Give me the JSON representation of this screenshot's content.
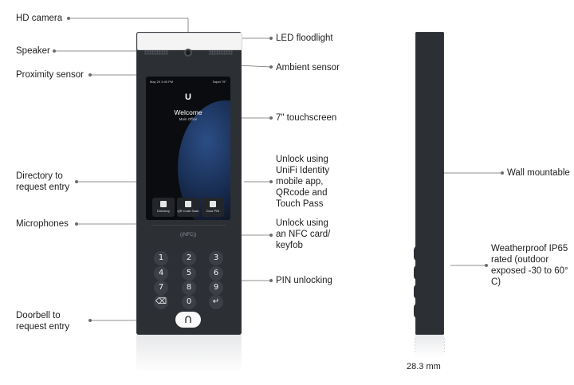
{
  "labels": {
    "hd_camera": "HD camera",
    "speaker": "Speaker",
    "proximity_sensor": "Proximity sensor",
    "directory": "Directory to request entry",
    "microphones": "Microphones",
    "doorbell": "Doorbell to request entry",
    "led_floodlight": "LED floodlight",
    "ambient_sensor": "Ambient sensor",
    "touchscreen": "7\" touchscreen",
    "unlock_app": "Unlock using UniFi Identity mobile app, QRcode and Touch Pass",
    "unlock_nfc": "Unlock using an NFC card/ keyfob",
    "pin_unlocking": "PIN unlocking",
    "wall_mountable": "Wall mountable",
    "weatherproof": "Weatherproof IP65 rated (outdoor exposed -30 to 60° C)",
    "thickness": "28.3 mm"
  },
  "screen": {
    "status_left": "May 20 3:40 PM",
    "status_right": "Taipei 79°",
    "logo": "U",
    "welcome": "Welcome",
    "office": "Main Office",
    "buttons": [
      "Directory",
      "QR Code Scan",
      "Door PIN"
    ]
  },
  "device": {
    "nfc_label": "((NFC))",
    "keys": [
      "1",
      "2",
      "3",
      "4",
      "5",
      "6",
      "7",
      "8",
      "9",
      "⌫",
      "0",
      "↵"
    ],
    "doorbell_icon": "bell-icon"
  }
}
